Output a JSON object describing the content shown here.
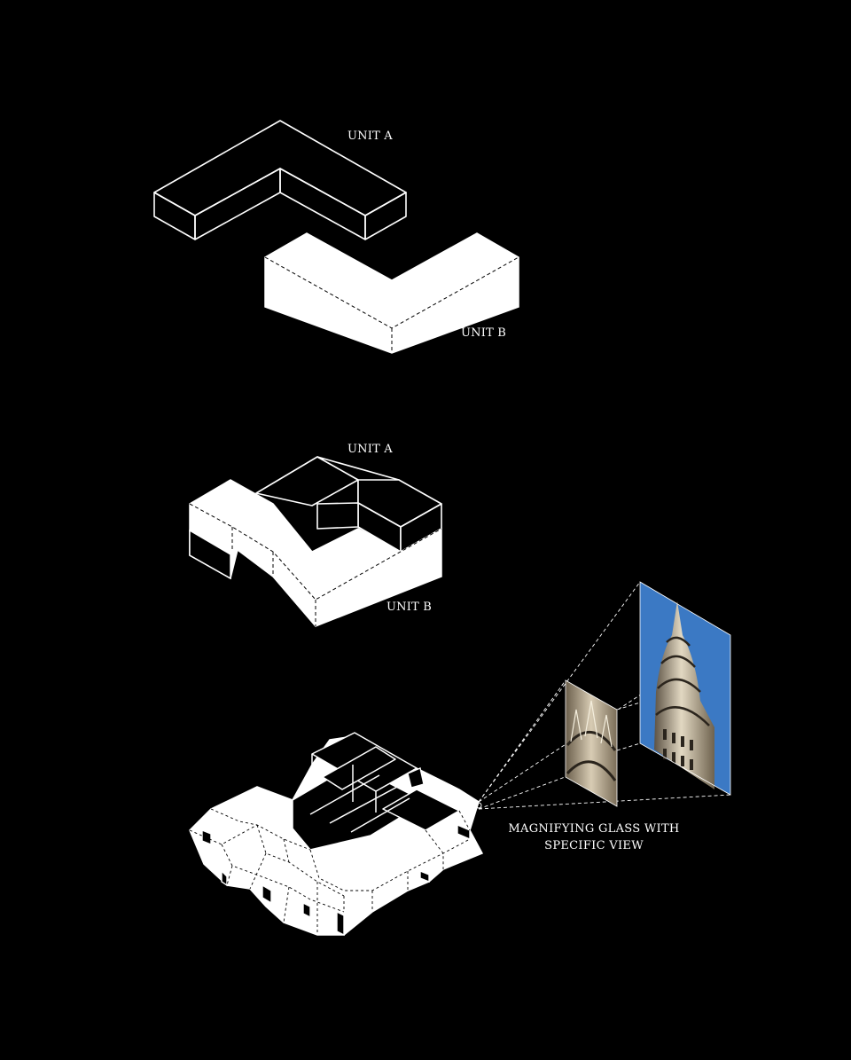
{
  "diagram1": {
    "label_a": "UNIT A",
    "label_b": "UNIT B"
  },
  "diagram2": {
    "label_a": "UNIT A",
    "label_b": "UNIT B"
  },
  "diagram3": {
    "caption_line1": "MAGNIFYING GLASS WITH",
    "caption_line2": "SPECIFIC VIEW",
    "view_sky_color": "#3b79c4"
  },
  "colors": {
    "background": "#000000",
    "line": "#ffffff",
    "mass_fill": "#ffffff"
  }
}
